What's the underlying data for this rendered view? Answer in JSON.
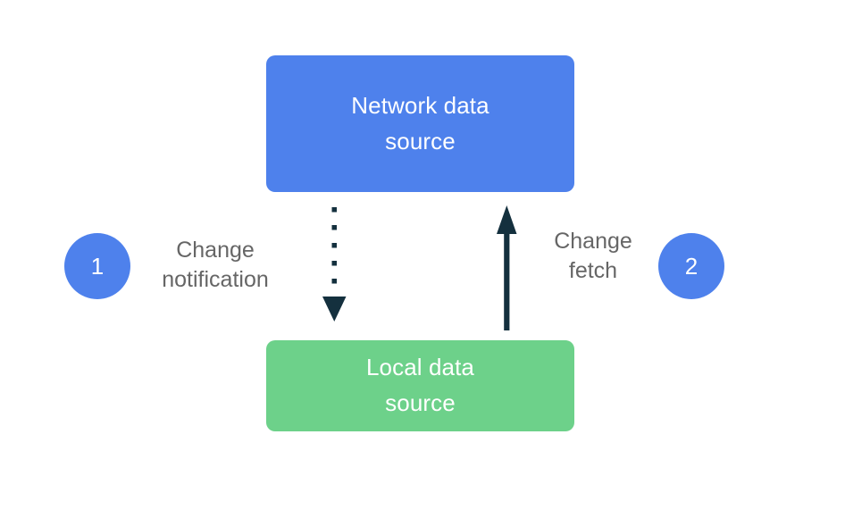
{
  "diagram": {
    "background_color": "#ffffff",
    "nodes": [
      {
        "id": "network-data-source",
        "label": "Network data\nsource",
        "color": "#4e81ec",
        "text_color": "#ffffff"
      },
      {
        "id": "local-data-source",
        "label": "Local data\nsource",
        "color": "#6dd18a",
        "text_color": "#ffffff"
      }
    ],
    "steps": [
      {
        "id": "step-1",
        "number": "1",
        "color": "#4e81ec",
        "text_color": "#ffffff"
      },
      {
        "id": "step-2",
        "number": "2",
        "color": "#4e81ec",
        "text_color": "#ffffff"
      }
    ],
    "edges": [
      {
        "id": "change-notification",
        "label": "Change\nnotification",
        "style": "dotted",
        "direction": "network-to-local",
        "color": "#14303e",
        "label_color": "#666666"
      },
      {
        "id": "change-fetch",
        "label": "Change\nfetch",
        "style": "solid",
        "direction": "local-to-network",
        "color": "#14303e",
        "label_color": "#666666"
      }
    ]
  }
}
